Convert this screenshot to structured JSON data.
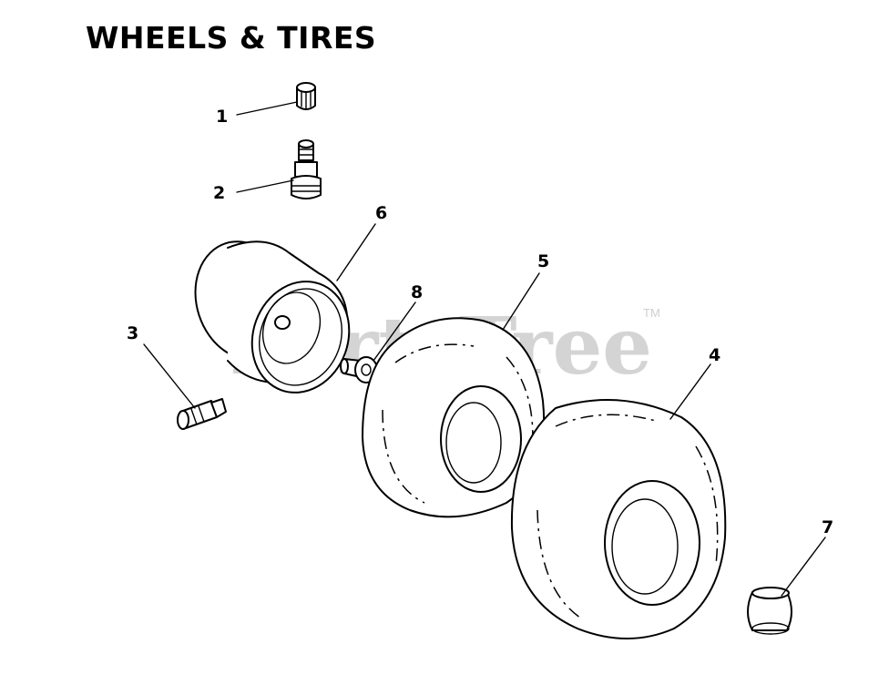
{
  "title": "WHEELS & TIRES",
  "watermark": {
    "text": "PartsTree",
    "trademark": "TM"
  },
  "callouts": [
    {
      "id": "1",
      "label": "1"
    },
    {
      "id": "2",
      "label": "2"
    },
    {
      "id": "3",
      "label": "3"
    },
    {
      "id": "4",
      "label": "4"
    },
    {
      "id": "5",
      "label": "5"
    },
    {
      "id": "6",
      "label": "6"
    },
    {
      "id": "7",
      "label": "7"
    },
    {
      "id": "8",
      "label": "8"
    }
  ],
  "colors": {
    "ink": "#000000",
    "watermark": "#d4d4d4",
    "background": "#ffffff"
  }
}
